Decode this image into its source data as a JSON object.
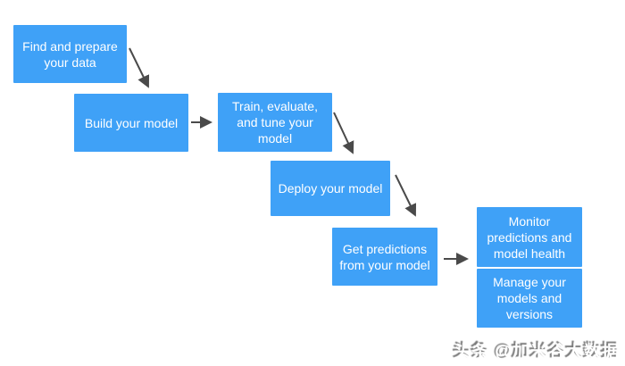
{
  "diagram": {
    "node_color": "#3FA1F7",
    "node_text_color": "#FFFFFF",
    "arrow_color": "#4A4A4A",
    "background_color": "#FFFFFF",
    "nodes": [
      {
        "id": "find-and-prepare-data",
        "label": "Find and prepare your data"
      },
      {
        "id": "build-your-model",
        "label": "Build your model"
      },
      {
        "id": "train-evaluate-tune",
        "label": "Train, evaluate, and tune your model"
      },
      {
        "id": "deploy-your-model",
        "label": "Deploy your model"
      },
      {
        "id": "get-predictions",
        "label": "Get predictions from your model"
      },
      {
        "id": "monitor-predictions-health",
        "label": "Monitor predictions and model health"
      },
      {
        "id": "manage-models-versions",
        "label": "Manage your models and versions"
      }
    ],
    "edges": [
      {
        "from": "find-and-prepare-data",
        "to": "build-your-model"
      },
      {
        "from": "build-your-model",
        "to": "train-evaluate-tune"
      },
      {
        "from": "train-evaluate-tune",
        "to": "deploy-your-model"
      },
      {
        "from": "deploy-your-model",
        "to": "get-predictions"
      },
      {
        "from": "get-predictions",
        "to": "monitor-predictions-health"
      }
    ]
  },
  "watermark": {
    "text": "头条 @加米谷大数据"
  }
}
